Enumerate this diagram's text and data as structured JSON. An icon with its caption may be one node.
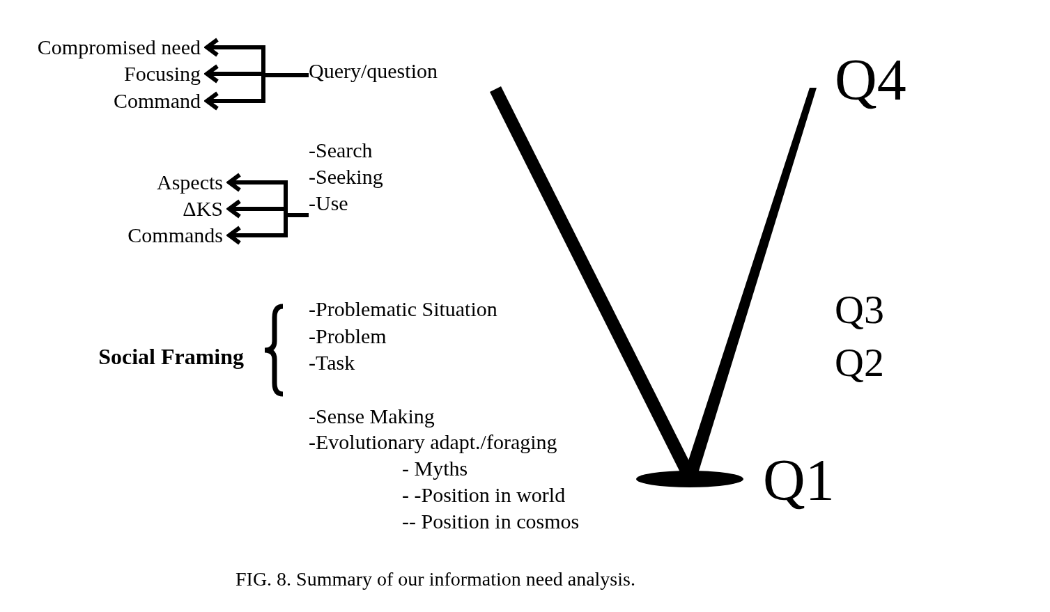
{
  "diagram": {
    "caption": "FIG. 8. Summary of our information need analysis.",
    "nodes": [
      {
        "text": [
          "Compromised need"
        ]
      },
      {
        "text": [
          "Focusing"
        ]
      },
      {
        "text": [
          "Command"
        ]
      },
      {
        "text": [
          "Query/question"
        ]
      },
      {
        "text": [
          "Aspects"
        ]
      },
      {
        "text": [
          "ΔKS"
        ]
      },
      {
        "text": [
          "Commands"
        ]
      },
      {
        "text": [
          "-Search",
          "-Seeking",
          "-Use"
        ]
      }
    ],
    "edges": [
      {
        "from": 3,
        "to": 0,
        "arrow": "to"
      },
      {
        "from": 3,
        "to": 1,
        "arrow": "to"
      },
      {
        "from": 3,
        "to": 2,
        "arrow": "to"
      },
      {
        "from": 7,
        "to": 4,
        "arrow": "to"
      },
      {
        "from": 7,
        "to": 5,
        "arrow": "to"
      },
      {
        "from": 7,
        "to": 6,
        "arrow": "to"
      }
    ],
    "labels": [
      "Q4",
      "Social Framing",
      "-Problematic Situation",
      "-Problem",
      "-Task",
      "Q3",
      "Q2",
      "-Sense Making",
      "-Evolutionary adapt./foraging",
      "- Myths",
      "- -Position in world",
      "-- Position in cosmos",
      "Q1"
    ]
  }
}
